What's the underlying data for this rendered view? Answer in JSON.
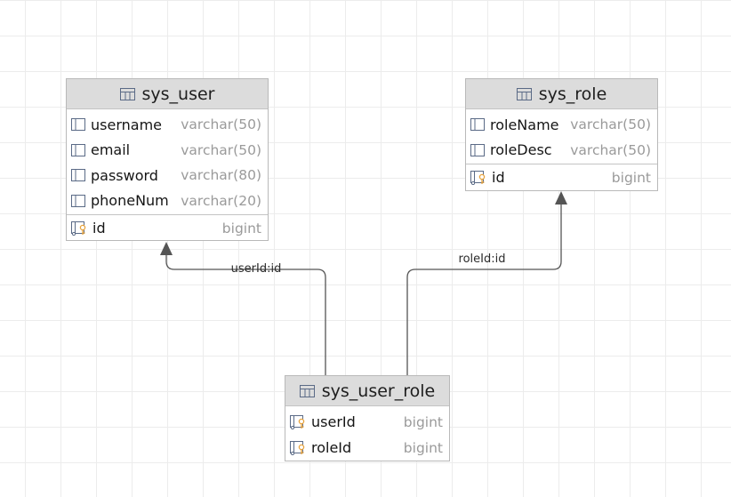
{
  "diagram": {
    "tables": [
      {
        "name": "sys_user",
        "columns": [
          {
            "name": "username",
            "type": "varchar(50)",
            "icon": "column-icon"
          },
          {
            "name": "email",
            "type": "varchar(50)",
            "icon": "column-icon"
          },
          {
            "name": "password",
            "type": "varchar(80)",
            "icon": "column-icon"
          },
          {
            "name": "phoneNum",
            "type": "varchar(20)",
            "icon": "column-icon"
          }
        ],
        "keys": [
          {
            "name": "id",
            "type": "bigint",
            "icon": "primary-key-icon"
          }
        ]
      },
      {
        "name": "sys_role",
        "columns": [
          {
            "name": "roleName",
            "type": "varchar(50)",
            "icon": "column-icon"
          },
          {
            "name": "roleDesc",
            "type": "varchar(50)",
            "icon": "column-icon"
          }
        ],
        "keys": [
          {
            "name": "id",
            "type": "bigint",
            "icon": "primary-key-icon"
          }
        ]
      },
      {
        "name": "sys_user_role",
        "columns": [],
        "keys": [
          {
            "name": "userId",
            "type": "bigint",
            "icon": "foreign-key-icon"
          },
          {
            "name": "roleId",
            "type": "bigint",
            "icon": "foreign-key-icon"
          }
        ]
      }
    ],
    "relations": [
      {
        "label": "userId:id",
        "from": "sys_user_role",
        "to": "sys_user"
      },
      {
        "label": "roleId:id",
        "from": "sys_user_role",
        "to": "sys_role"
      }
    ],
    "colors": {
      "header_bg": "#dcdcdc",
      "border": "#b9b9b9",
      "edge": "#555555",
      "key_accent": "#e8a33c",
      "type_text": "#9a9a9a"
    }
  }
}
